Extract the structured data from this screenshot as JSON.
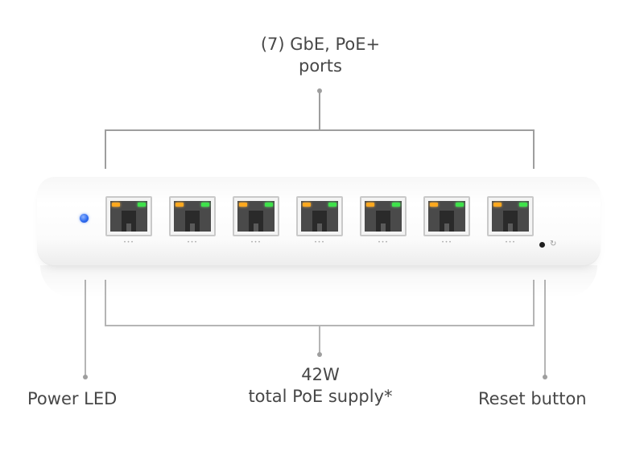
{
  "callouts": {
    "ports": {
      "line1": "(7) GbE, PoE+",
      "line2": "ports"
    },
    "poe_supply": {
      "line1": "42W",
      "line2": "total PoE supply*"
    },
    "power_led": {
      "label": "Power LED"
    },
    "reset_button": {
      "label": "Reset button"
    }
  },
  "device": {
    "port_count": 7,
    "colors": {
      "body": "#ffffff",
      "power_led": "#2f6cf0",
      "link_led": "#3ee24a",
      "activity_led": "#ffa81e",
      "leader_line": "#9a9a9a"
    }
  }
}
